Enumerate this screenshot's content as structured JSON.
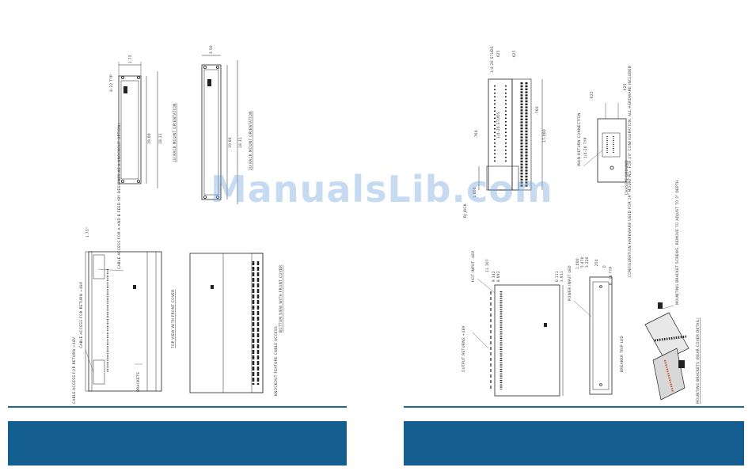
{
  "left_page": {
    "views": {
      "front_1ru": "1U RACK MOUNT ORIENTATION",
      "front_2ru": "2U RACK MOUNT ORIENTATION",
      "top": "TOP VIEW WITH FRONT COVER",
      "bottom": "BOTTOM VIEW WITH FRONT COVER"
    },
    "labels": {
      "cable_access_top": "CABLE ACCESS FOR RETURN +48V",
      "cable_access_side": "CABLE ACCESS FOR A AND B FEED (BY DESIGNER AS A KNOCKOUT OPTION)",
      "cable_access_bottom": "CABLE ACCESS FOR RETURN +48V",
      "brackets": "BRACKETS",
      "knockout": "KNOCKOUT FEATURE CABLE ACCESS",
      "height_marker": "1.75\"",
      "corner_marker": "8-32 TYP"
    },
    "dims": {
      "d1": "1.75",
      "d2": "19.00",
      "d3": "18.31",
      "d4": "3.50",
      "d5": "19.00",
      "d6": "18.31"
    }
  },
  "right_page": {
    "labels": {
      "studs_top": "1/4-20 STUDS",
      "studs_mid": "1/4-20 STUDS",
      "rj_jack": "RJ JACK",
      "main_return": "MAIN RETURN CONNECTION",
      "thread": "1/4-20 TYP",
      "chassis_ground": "CHASSIS GROUND",
      "output_returns": "OUTPUT RETURNS +48V",
      "hot_input": "HOT INPUT -48V",
      "power_led": "POWER INPUT LED",
      "breaker_led": "BREAKER TRIP LED",
      "hardware_note": "CONFIGURATION HARDWARE USED FOR 19\" MOUNTING. FOR 23\" CONFIGURATION. ALL HARDWARE INCLUDED",
      "mounting_bracket": "MOUNTING BRACKET SCREWS, REMOVE TO ADJUST TO 2\" DEPTH",
      "bracket_detail": "MOUNTING BRACKETS (REAR-COVER DETAIL)"
    },
    "dims": {
      "r1": ".625",
      "r2": ".625",
      "r3": ".760",
      "r4": ".760",
      "r5": "17.000",
      "r6": "1.000",
      "r7": ".625",
      "r8": ".625",
      "r9": "11.167",
      "r10": "9.342",
      "r11": "8.092",
      "r12": "5.470",
      "r13": "3.220",
      "r14": ".250",
      "r15": "0",
      "r16": "1.000",
      "r17": "0.111",
      "r18": "1.631",
      "r19": "R .18 TYP"
    }
  },
  "watermark": "ManualsLib.com"
}
